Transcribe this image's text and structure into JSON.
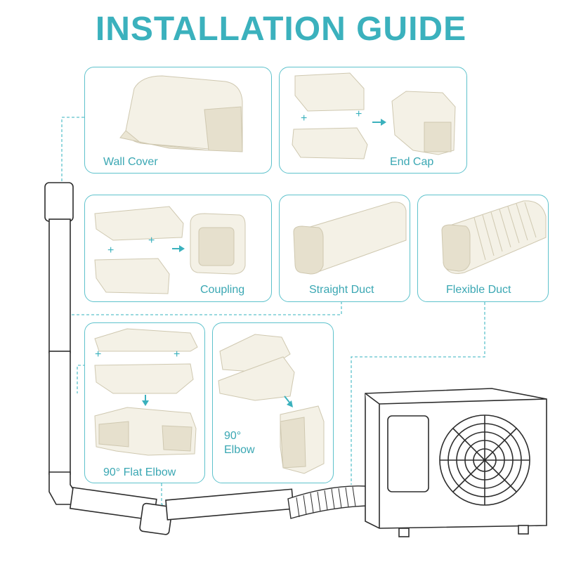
{
  "title": "INSTALLATION GUIDE",
  "colors": {
    "accent": "#3bb1bd",
    "part": "#f4f1e6",
    "part_shadow": "#d9d4c3",
    "outline": "#3a3a3a"
  },
  "parts": {
    "wall_cover": "Wall Cover",
    "end_cap": "End Cap",
    "coupling": "Coupling",
    "straight_duct": "Straight Duct",
    "flexible_duct": "Flexible Duct",
    "flat_elbow": "90° Flat Elbow",
    "elbow_line1": "90°",
    "elbow_line2": "Elbow"
  },
  "symbols": {
    "plus": "+"
  },
  "icons": [
    "arrow-right-icon",
    "arrow-down-icon",
    "plus-icon"
  ]
}
